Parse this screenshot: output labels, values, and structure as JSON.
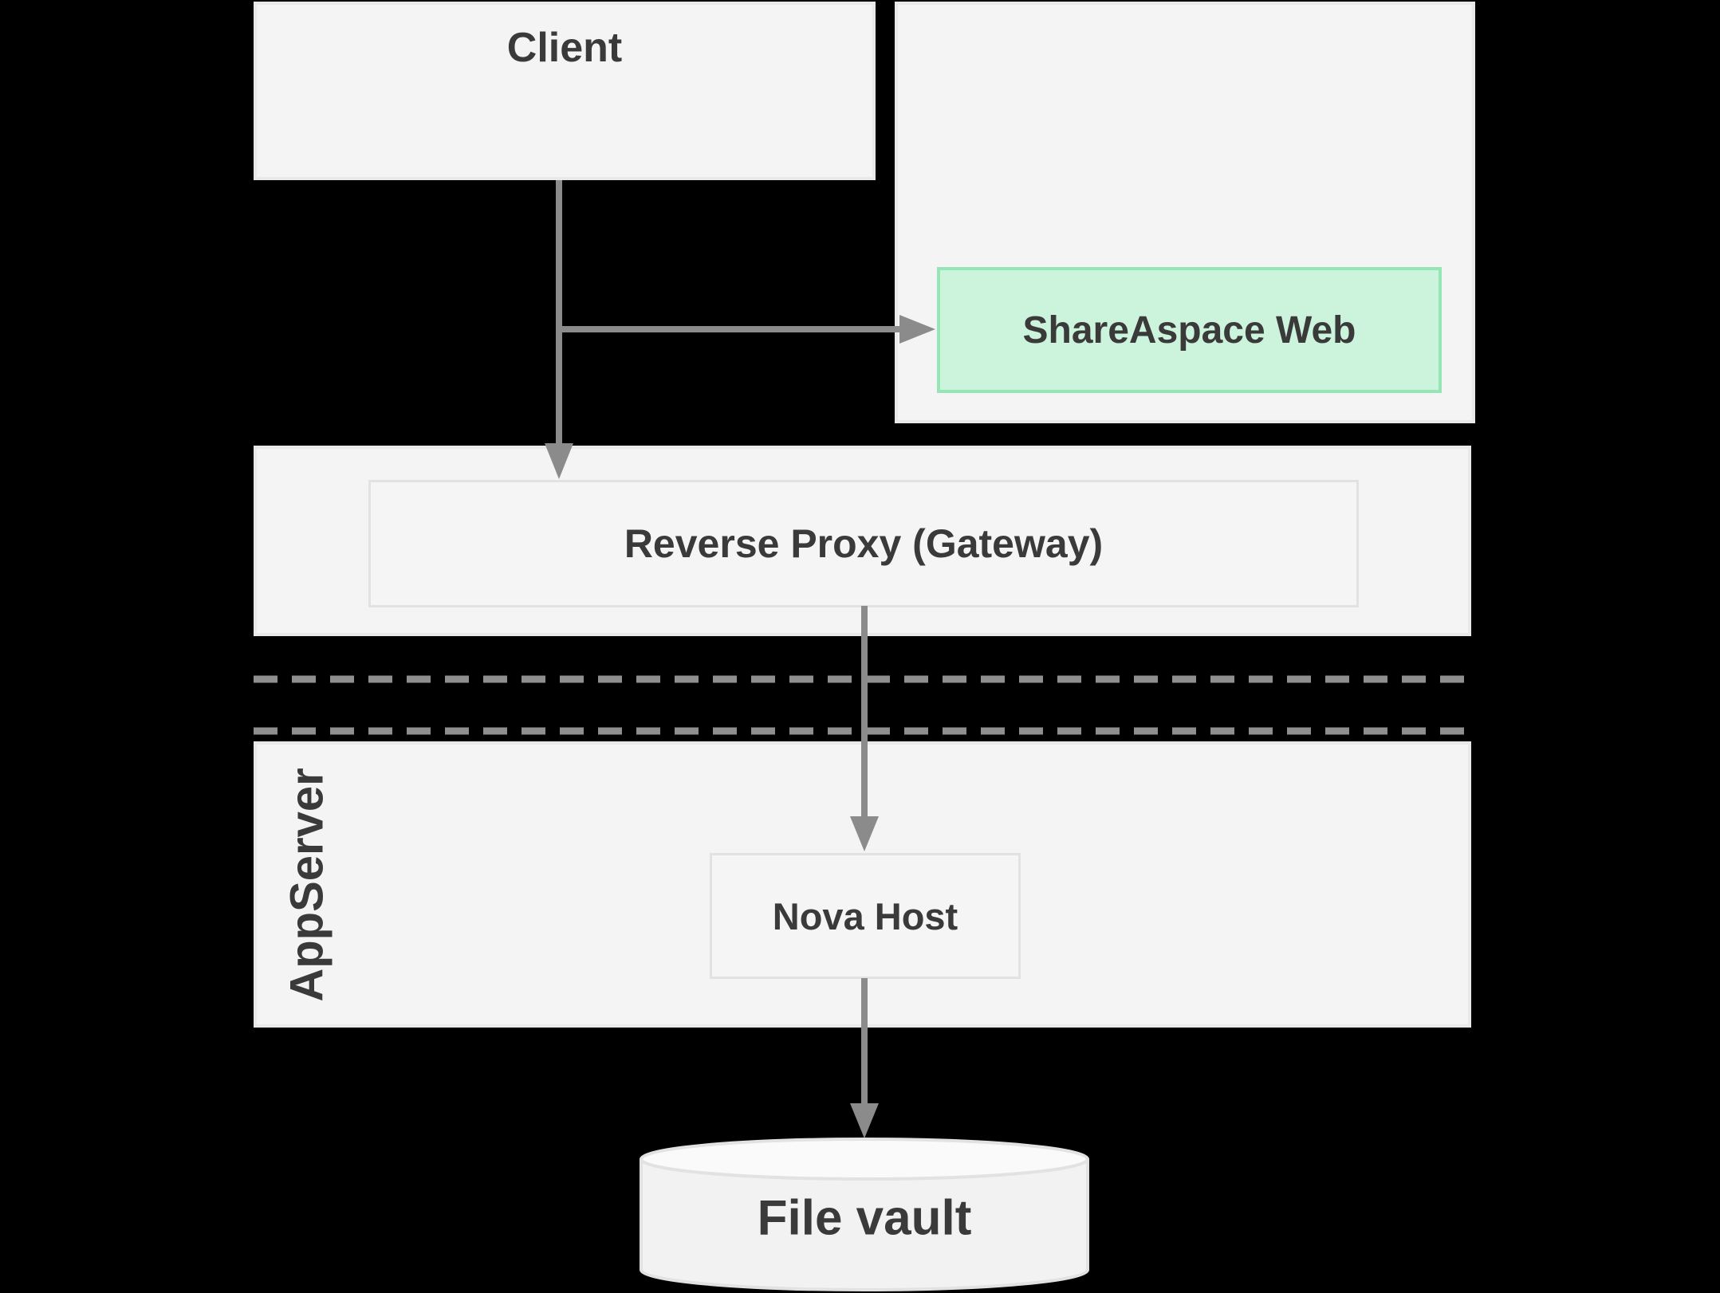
{
  "diagram": {
    "nodes": {
      "client": {
        "label": "Client"
      },
      "shareaspace_web": {
        "label": "ShareAspace Web"
      },
      "reverse_proxy": {
        "label": "Reverse Proxy (Gateway)"
      },
      "appserver": {
        "label": "AppServer"
      },
      "nova_host": {
        "label": "Nova Host"
      },
      "file_vault": {
        "label": "File vault"
      }
    },
    "edges": [
      {
        "from": "Client",
        "to": "Reverse Proxy (Gateway)"
      },
      {
        "from": "Client",
        "to": "ShareAspace Web"
      },
      {
        "from": "Reverse Proxy (Gateway)",
        "to": "Nova Host"
      },
      {
        "from": "Nova Host",
        "to": "File vault"
      }
    ],
    "colors": {
      "background": "#000000",
      "panel_fill": "#f4f4f4",
      "panel_border": "#e9e9e9",
      "inner_fill": "#f5f5f5",
      "inner_border": "#e2e2e2",
      "highlight_fill": "#ccf3dc",
      "highlight_border": "#94e6b4",
      "arrow": "#8b8b8b",
      "dashed_boundary": "#8f8f8f",
      "text": "#3a3a3a"
    }
  }
}
